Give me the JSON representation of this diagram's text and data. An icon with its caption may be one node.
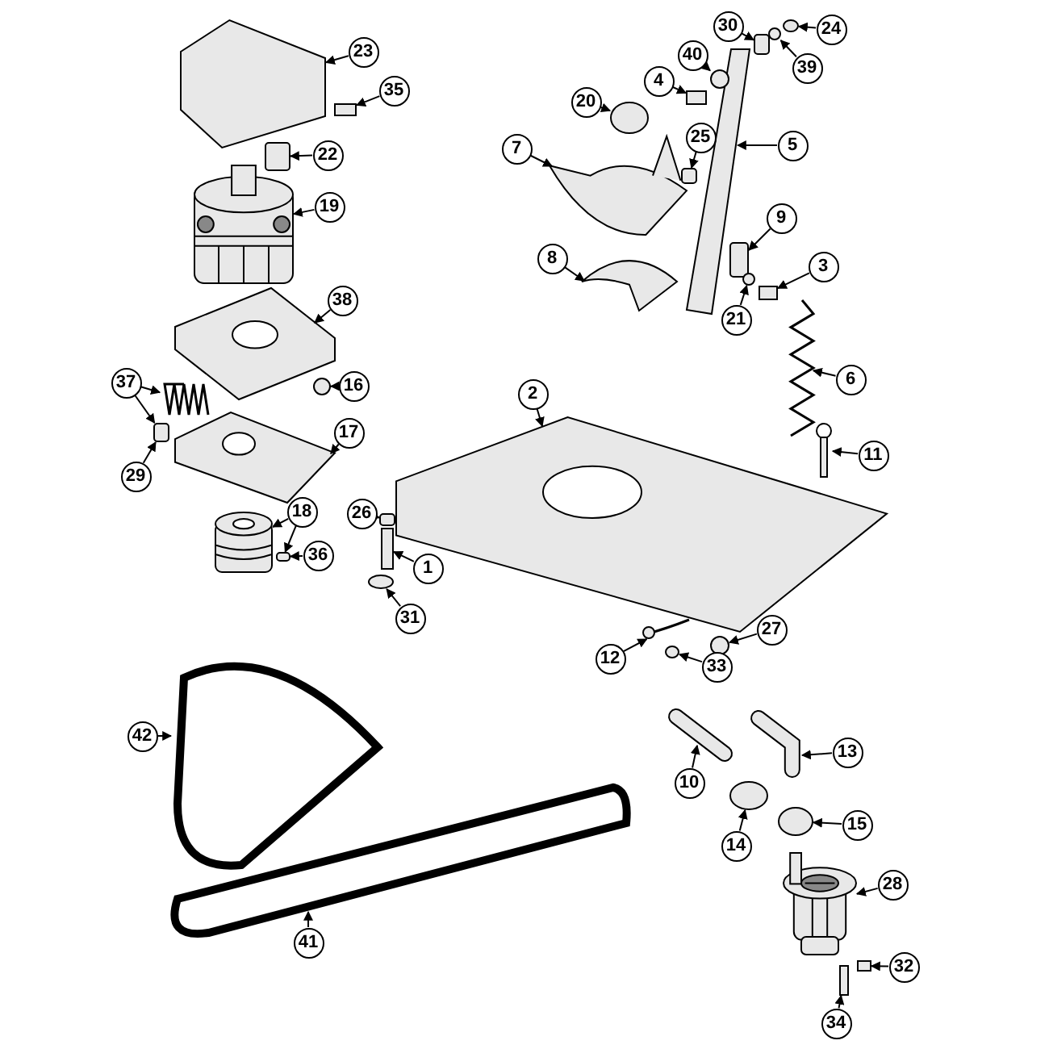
{
  "diagram": {
    "nodes": [
      {
        "text": [
          "1"
        ]
      },
      {
        "text": [],
        "shape": "bar"
      },
      {
        "text": [
          "2"
        ]
      },
      {
        "text": [],
        "shape": "picture"
      },
      {
        "text": [
          "3"
        ]
      },
      {
        "text": [],
        "shape": "bar"
      },
      {
        "text": [
          "4"
        ]
      },
      {
        "text": [],
        "shape": "bar"
      },
      {
        "text": [
          "5"
        ]
      },
      {
        "text": [],
        "shape": "picture"
      },
      {
        "text": [
          "6"
        ]
      },
      {
        "text": [],
        "shape": "picture"
      },
      {
        "text": [
          "7"
        ]
      },
      {
        "text": [],
        "shape": "picture"
      },
      {
        "text": [
          "8"
        ]
      },
      {
        "text": [],
        "shape": "picture"
      },
      {
        "text": [
          "9"
        ]
      },
      {
        "text": [],
        "shape": "box"
      },
      {
        "text": [
          "10"
        ]
      },
      {
        "text": [],
        "shape": "picture"
      },
      {
        "text": [
          "11"
        ]
      },
      {
        "text": [],
        "shape": "picture"
      },
      {
        "text": [
          "12"
        ]
      },
      {
        "text": [],
        "shape": "picture"
      },
      {
        "text": [
          "13"
        ]
      },
      {
        "text": [],
        "shape": "picture"
      },
      {
        "text": [
          "14"
        ]
      },
      {
        "text": [],
        "shape": "circle"
      },
      {
        "text": [
          "15"
        ]
      },
      {
        "text": [],
        "shape": "circle"
      },
      {
        "text": [
          "16"
        ]
      },
      {
        "text": [],
        "shape": "circle"
      },
      {
        "text": [
          "17"
        ]
      },
      {
        "text": [],
        "shape": "picture"
      },
      {
        "text": [
          "18"
        ]
      },
      {
        "text": [],
        "shape": "picture"
      },
      {
        "text": [
          "19"
        ]
      },
      {
        "text": [],
        "shape": "picture"
      },
      {
        "text": [
          "20"
        ]
      },
      {
        "text": [],
        "shape": "circle"
      },
      {
        "text": [
          "21"
        ]
      },
      {
        "text": [],
        "shape": "circle"
      },
      {
        "text": [
          "22"
        ]
      },
      {
        "text": [],
        "shape": "box"
      },
      {
        "text": [
          "23"
        ]
      },
      {
        "text": [],
        "shape": "picture"
      },
      {
        "text": [
          "24"
        ]
      },
      {
        "text": [],
        "shape": "circle"
      },
      {
        "text": [
          "25"
        ]
      },
      {
        "text": [],
        "shape": "box"
      },
      {
        "text": [
          "26"
        ]
      },
      {
        "text": [],
        "shape": "box"
      },
      {
        "text": [
          "27"
        ]
      },
      {
        "text": [],
        "shape": "circle"
      },
      {
        "text": [
          "28"
        ]
      },
      {
        "text": [],
        "shape": "picture"
      },
      {
        "text": [
          "29"
        ]
      },
      {
        "text": [],
        "shape": "box"
      },
      {
        "text": [
          "30"
        ]
      },
      {
        "text": [],
        "shape": "box"
      },
      {
        "text": [
          "31"
        ]
      },
      {
        "text": [],
        "shape": "circle"
      },
      {
        "text": [
          "32"
        ]
      },
      {
        "text": [],
        "shape": "bar"
      },
      {
        "text": [
          "33"
        ]
      },
      {
        "text": [],
        "shape": "circle"
      },
      {
        "text": [
          "34"
        ]
      },
      {
        "text": [],
        "shape": "bar"
      },
      {
        "text": [
          "35"
        ]
      },
      {
        "text": [],
        "shape": "bar"
      },
      {
        "text": [
          "36"
        ]
      },
      {
        "text": [],
        "shape": "box"
      },
      {
        "text": [
          "37"
        ]
      },
      {
        "text": [],
        "shape": "picture"
      },
      {
        "text": [
          "38"
        ]
      },
      {
        "text": [],
        "shape": "picture"
      },
      {
        "text": [
          "39"
        ]
      },
      {
        "text": [],
        "shape": "circle"
      },
      {
        "text": [
          "40"
        ]
      },
      {
        "text": [],
        "shape": "circle"
      },
      {
        "text": [
          "41"
        ]
      },
      {
        "text": [],
        "shape": "picture"
      },
      {
        "text": [
          "42"
        ]
      },
      {
        "text": [],
        "shape": "picture"
      }
    ],
    "edges": [
      {
        "from": 0,
        "to": 1,
        "arrow": "to"
      },
      {
        "from": 2,
        "to": 3,
        "arrow": "to"
      },
      {
        "from": 4,
        "to": 5,
        "arrow": "to"
      },
      {
        "from": 6,
        "to": 7,
        "arrow": "to"
      },
      {
        "from": 8,
        "to": 9,
        "arrow": "to"
      },
      {
        "from": 10,
        "to": 11,
        "arrow": "to"
      },
      {
        "from": 12,
        "to": 13,
        "arrow": "to"
      },
      {
        "from": 14,
        "to": 15,
        "arrow": "to"
      },
      {
        "from": 16,
        "to": 17,
        "arrow": "to"
      },
      {
        "from": 18,
        "to": 19,
        "arrow": "to"
      },
      {
        "from": 20,
        "to": 21,
        "arrow": "to"
      },
      {
        "from": 22,
        "to": 23,
        "arrow": "to"
      },
      {
        "from": 24,
        "to": 25,
        "arrow": "to"
      },
      {
        "from": 26,
        "to": 27,
        "arrow": "to"
      },
      {
        "from": 28,
        "to": 29,
        "arrow": "to"
      },
      {
        "from": 30,
        "to": 31,
        "arrow": "to"
      },
      {
        "from": 32,
        "to": 33,
        "arrow": "to"
      },
      {
        "from": 34,
        "to": 35,
        "arrow": "to"
      },
      {
        "from": 34,
        "to": 71,
        "arrow": "to"
      },
      {
        "from": 36,
        "to": 37,
        "arrow": "to"
      },
      {
        "from": 38,
        "to": 39,
        "arrow": "to"
      },
      {
        "from": 40,
        "to": 41,
        "arrow": "to"
      },
      {
        "from": 42,
        "to": 43,
        "arrow": "to"
      },
      {
        "from": 44,
        "to": 45,
        "arrow": "to"
      },
      {
        "from": 46,
        "to": 47,
        "arrow": "to"
      },
      {
        "from": 48,
        "to": 49,
        "arrow": "to"
      },
      {
        "from": 50,
        "to": 51,
        "arrow": "to"
      },
      {
        "from": 52,
        "to": 53,
        "arrow": "to"
      },
      {
        "from": 54,
        "to": 55,
        "arrow": "to"
      },
      {
        "from": 56,
        "to": 57,
        "arrow": "to"
      },
      {
        "from": 58,
        "to": 59,
        "arrow": "to"
      },
      {
        "from": 60,
        "to": 61,
        "arrow": "to"
      },
      {
        "from": 62,
        "to": 63,
        "arrow": "to"
      },
      {
        "from": 64,
        "to": 65,
        "arrow": "to"
      },
      {
        "from": 66,
        "to": 67,
        "arrow": "to"
      },
      {
        "from": 68,
        "to": 69,
        "arrow": "to"
      },
      {
        "from": 70,
        "to": 71,
        "arrow": "to"
      },
      {
        "from": 72,
        "to": 73,
        "arrow": "to"
      },
      {
        "from": 72,
        "to": 57,
        "arrow": "to"
      },
      {
        "from": 74,
        "to": 75,
        "arrow": "to"
      },
      {
        "from": 76,
        "to": 77,
        "arrow": "to"
      },
      {
        "from": 78,
        "to": 79,
        "arrow": "to"
      },
      {
        "from": 80,
        "to": 81,
        "arrow": "to"
      },
      {
        "from": 82,
        "to": 83,
        "arrow": "to"
      }
    ]
  }
}
